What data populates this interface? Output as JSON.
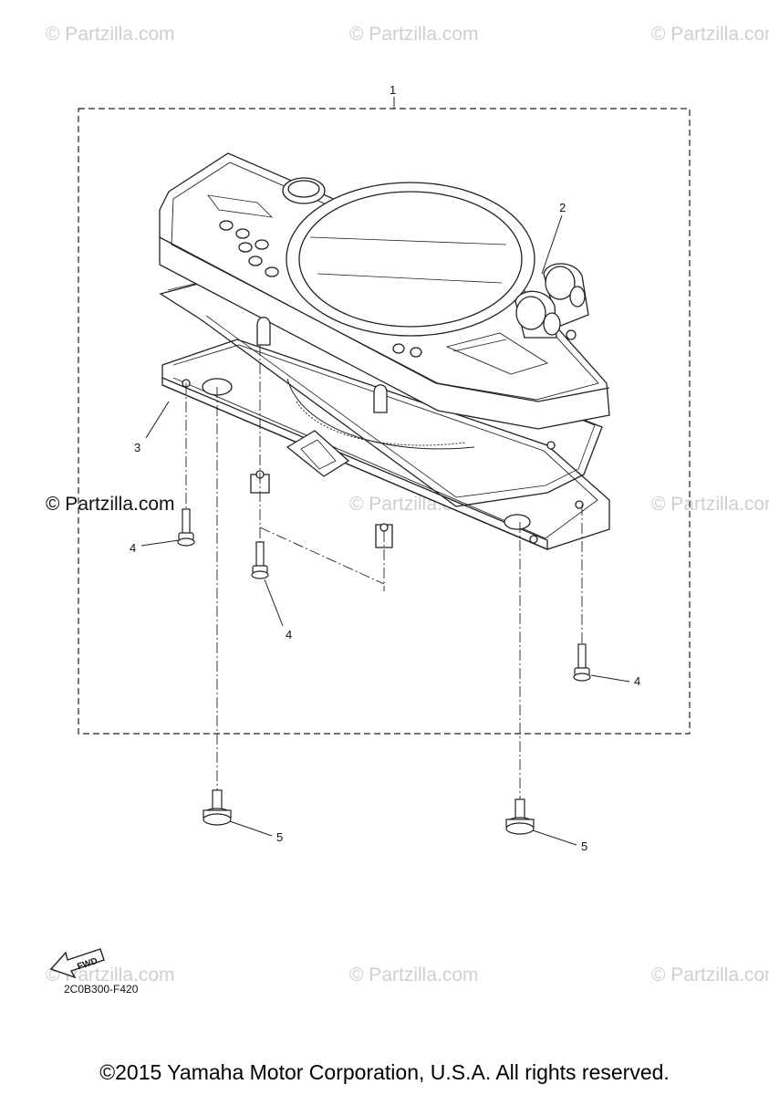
{
  "watermark": "© Partzilla.com",
  "callouts": {
    "c1": "1",
    "c2": "2",
    "c3": "3",
    "c4a": "4",
    "c4b": "4",
    "c4c": "4",
    "c5a": "5",
    "c5b": "5"
  },
  "fwd_label": "FWD",
  "diagram_code": "2C0B300-F420",
  "copyright": "©2015 Yamaha Motor Corporation, U.S.A. All rights reserved."
}
